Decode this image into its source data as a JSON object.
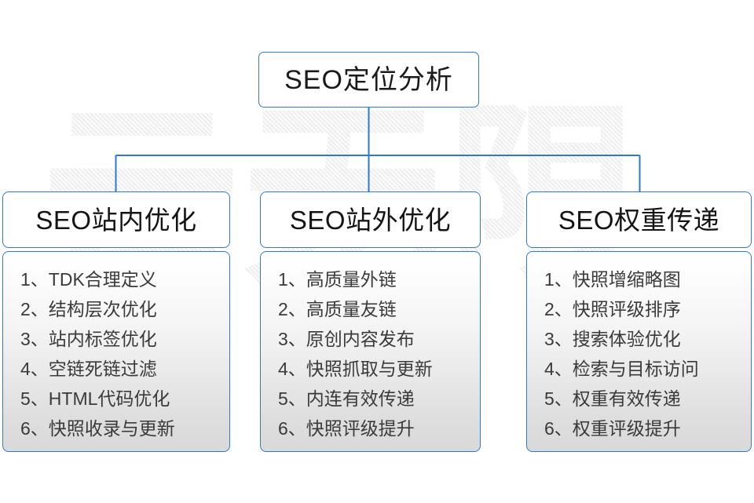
{
  "diagram": {
    "root": {
      "label": "SEO定位分析"
    },
    "columns": [
      {
        "header": "SEO站内优化",
        "items": [
          "1、TDK合理定义",
          "2、结构层次优化",
          "3、站内标签优化",
          "4、空链死链过滤",
          "5、HTML代码优化",
          "6、快照收录与更新"
        ]
      },
      {
        "header": "SEO站外优化",
        "items": [
          "1、高质量外链",
          "2、高质量友链",
          "3、原创内容发布",
          "4、快照抓取与更新",
          "5、内连有效传递",
          "6、快照评级提升"
        ]
      },
      {
        "header": "SEO权重传递",
        "items": [
          "1、快照增缩略图",
          "2、快照评级排序",
          "3、搜索体验优化",
          "4、检索与目标访问",
          "5、权重有效传递",
          "6、权重评级提升"
        ]
      }
    ],
    "watermark": {
      "text": "云无限"
    },
    "colors": {
      "border": "#2f7ac4",
      "header_background": "#ffffff",
      "body_gradient_top": "#ffffff",
      "body_gradient_bottom": "#d9d9d9",
      "title_text": "#1b1b1b",
      "item_text": "#3a3a3a",
      "watermark": "#efefef",
      "page_background": "#ffffff"
    }
  }
}
